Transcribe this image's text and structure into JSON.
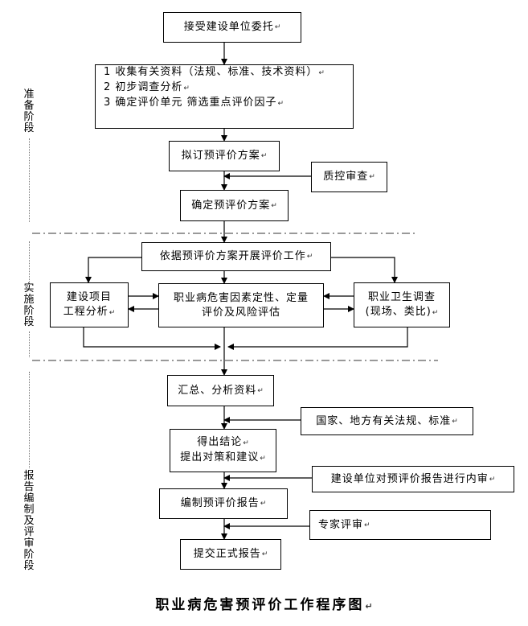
{
  "flow": {
    "accept": "接受建设单位委托",
    "collect": [
      "1 收集有关资料（法规、标准、技术资料）",
      "2 初步调查分析",
      "3 确定评价单元 筛选重点评价因子"
    ],
    "draft": "拟订预评价方案",
    "qc": "质控审查",
    "confirm": "确定预评价方案",
    "execute": "依据预评价方案开展评价工作",
    "project": [
      "建设项目",
      "工程分析"
    ],
    "hazard": [
      "职业病危害因素定性、定量",
      "评价及风险评估"
    ],
    "survey": [
      "职业卫生调查",
      "(现场、类比)"
    ],
    "summary": "汇总、分析资料",
    "laws": "国家、地方有关法规、标准",
    "conclusion": [
      "得出结论",
      "提出对策和建议"
    ],
    "internal": "建设单位对预评价报告进行内审",
    "compile": "编制预评价报告",
    "expert": "专家评审",
    "submit": "提交正式报告"
  },
  "stages": {
    "prep": [
      "准",
      "备",
      "阶",
      "段"
    ],
    "impl": [
      "实",
      "施",
      "阶",
      "段"
    ],
    "report": [
      "报",
      "告",
      "编",
      "制",
      "及",
      "评",
      "审",
      "阶",
      "段"
    ]
  },
  "paragraph_mark": "↵",
  "title": "职业病危害预评价工作程序图"
}
